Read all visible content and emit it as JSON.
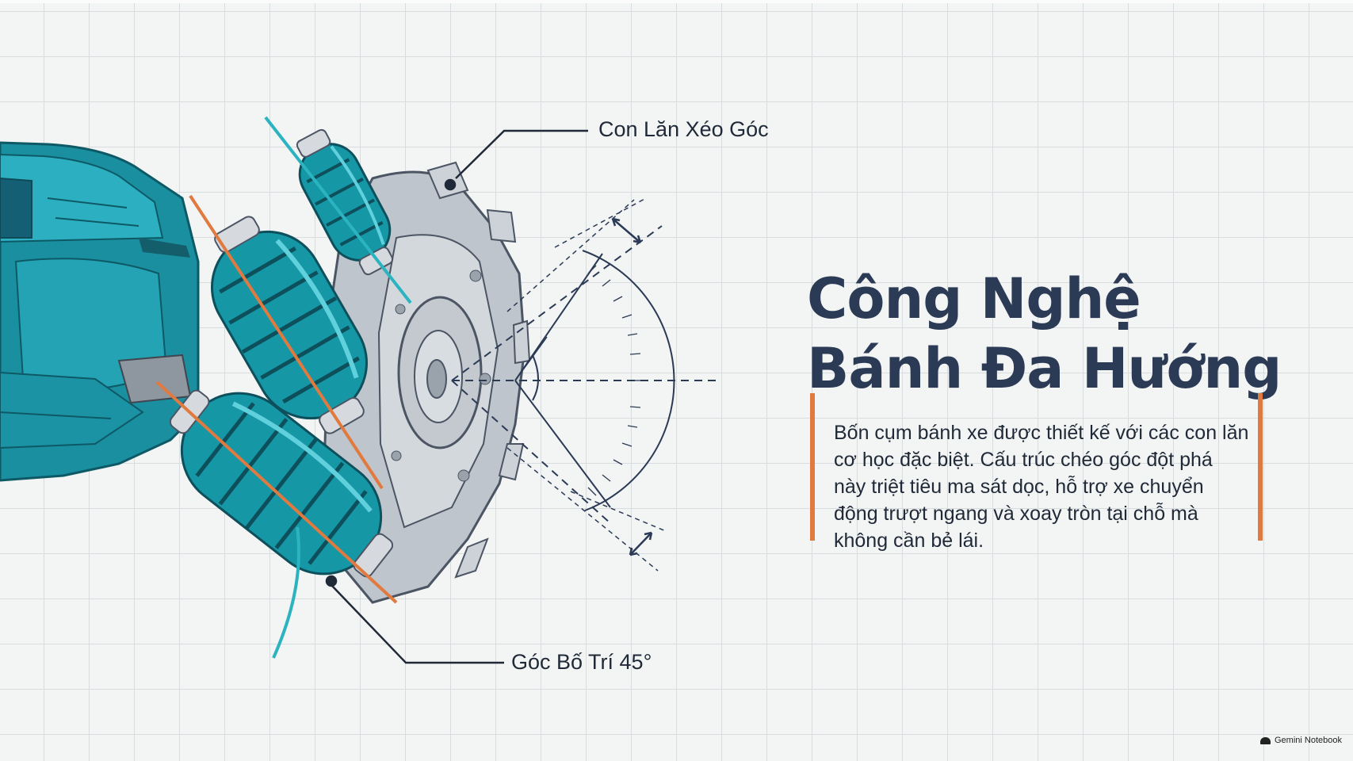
{
  "callouts": {
    "rollers": "Con Lăn Xéo Góc",
    "angle": "Góc Bố Trí 45°"
  },
  "title": {
    "line1": "Công Nghệ",
    "line2": "Bánh Đa Hướng"
  },
  "description": "Bốn cụm bánh xe được thiết kế với các con lăn cơ học đặc biệt. Cấu trúc chéo góc đột phá này triệt tiêu ma sát dọc, hỗ trợ xe chuyển động trượt ngang và xoay tròn tại chỗ mà không cần bẻ lái.",
  "brand": "Gemini Notebook",
  "colors": {
    "background": "#f3f4f4",
    "grid": "#d9dcdf",
    "title": "#2b3a55",
    "accent_orange": "#e07a3f",
    "accent_cyan": "#2bb3c0",
    "roller_teal": "#1597a6",
    "hub_gray": "#b9bfc6",
    "ink": "#1f2937"
  }
}
